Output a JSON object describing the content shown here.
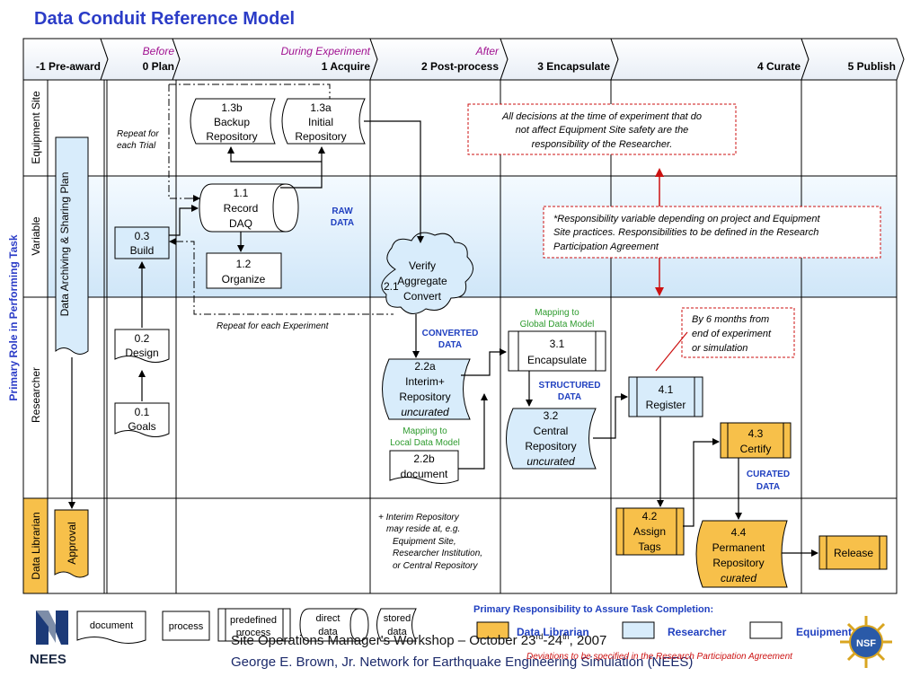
{
  "title": "Data Conduit Reference Model",
  "role_axis_label": "Primary Role in Performing Task",
  "phases": [
    {
      "number": "-1 Pre-award",
      "group": ""
    },
    {
      "number": "0 Plan",
      "group": "Before"
    },
    {
      "number": "1 Acquire",
      "group": "During Experiment"
    },
    {
      "number": "2 Post-process",
      "group": "After"
    },
    {
      "number": "3 Encapsulate",
      "group": ""
    },
    {
      "number": "4 Curate",
      "group": ""
    },
    {
      "number": "5 Publish",
      "group": ""
    }
  ],
  "lanes": [
    "Equipment Site",
    "Variable",
    "Researcher",
    "Data Librarian"
  ],
  "plan_box": "Data Archiving & Sharing Plan",
  "approval": "Approval",
  "nodes": {
    "n1_3b": [
      "1.3b",
      "Backup",
      "Repository"
    ],
    "n1_3a": [
      "1.3a",
      "Initial",
      "Repository"
    ],
    "n1_1": [
      "1.1",
      "Record",
      "DAQ"
    ],
    "n1_2": [
      "1.2",
      "Organize"
    ],
    "n0_3": [
      "0.3",
      "Build"
    ],
    "n0_2": [
      "0.2",
      "Design"
    ],
    "n0_1": [
      "0.1",
      "Goals"
    ],
    "n2_1_num": "2.1",
    "n2_1": [
      "Verify",
      "Aggregate",
      "Convert"
    ],
    "n2_2a": [
      "2.2a",
      "Interim+",
      "Repository",
      "uncurated"
    ],
    "n2_2b": [
      "2.2b",
      "document"
    ],
    "n3_1": [
      "3.1",
      "Encapsulate"
    ],
    "n3_2": [
      "3.2",
      "Central",
      "Repository",
      "uncurated"
    ],
    "n4_1": [
      "4.1",
      "Register"
    ],
    "n4_2": [
      "4.2",
      "Assign",
      "Tags"
    ],
    "n4_3": [
      "4.3",
      "Certify"
    ],
    "n4_4": [
      "4.4",
      "Permanent",
      "Repository",
      "curated"
    ],
    "release": "Release"
  },
  "labels": {
    "repeat_trial": [
      "Repeat for",
      "each Trial"
    ],
    "repeat_experiment": "Repeat for each Experiment",
    "raw_data": [
      "RAW",
      "DATA"
    ],
    "converted_data": [
      "CONVERTED",
      "DATA"
    ],
    "structured_data": [
      "STRUCTURED",
      "DATA"
    ],
    "curated_data": [
      "CURATED",
      "DATA"
    ],
    "mapping_global": [
      "Mapping to",
      "Global Data Model"
    ],
    "mapping_local": [
      "Mapping to",
      "Local Data Model"
    ],
    "interim_note": [
      "+ Interim Repository",
      "may reside at, e.g.",
      "Equipment Site,",
      "Researcher Institution,",
      "or Central Repository"
    ]
  },
  "notes": {
    "safety": [
      "All decisions at the time of experiment that do",
      "not affect Equipment Site safety are the",
      "responsibility of the Researcher."
    ],
    "responsibility": [
      "*Responsibility variable depending on project and   Equipment",
      "Site practices. Responsibilities to be defined in the Research",
      "Participation Agreement"
    ],
    "six_months": [
      "By 6 months from",
      "end of experiment",
      "or simulation"
    ]
  },
  "legend": {
    "shapes": [
      "document",
      "process",
      "predefined process",
      "direct data",
      "stored data"
    ],
    "responsibility_title": "Primary Responsibility to Assure Task Completion:",
    "responsibility_items": [
      "Data Librarian",
      "Researcher",
      "Equipment Site"
    ],
    "deviation_note": "Deviations to be specified in the Research Participation Agreement"
  },
  "footer": {
    "workshop": "Site Operations Manager's Workshop – October 23",
    "workshop_sup1": "rd",
    "workshop_mid": "-24",
    "workshop_sup2": "th",
    "workshop_end": ", 2007",
    "network": "George E. Brown, Jr. Network for Earthquake Engineering Simulation (NEES)",
    "nees_logo": "NEES",
    "nsf_logo": "NSF"
  },
  "colors": {
    "title_blue": "#2b3cc7",
    "lane_fill": "#ddeefa",
    "researcher_fill": "#d8ecfb",
    "librarian_fill": "#f7c04a",
    "green_label": "#2e9b2e",
    "blue_label": "#2040c0",
    "red_note": "#cc1111"
  }
}
